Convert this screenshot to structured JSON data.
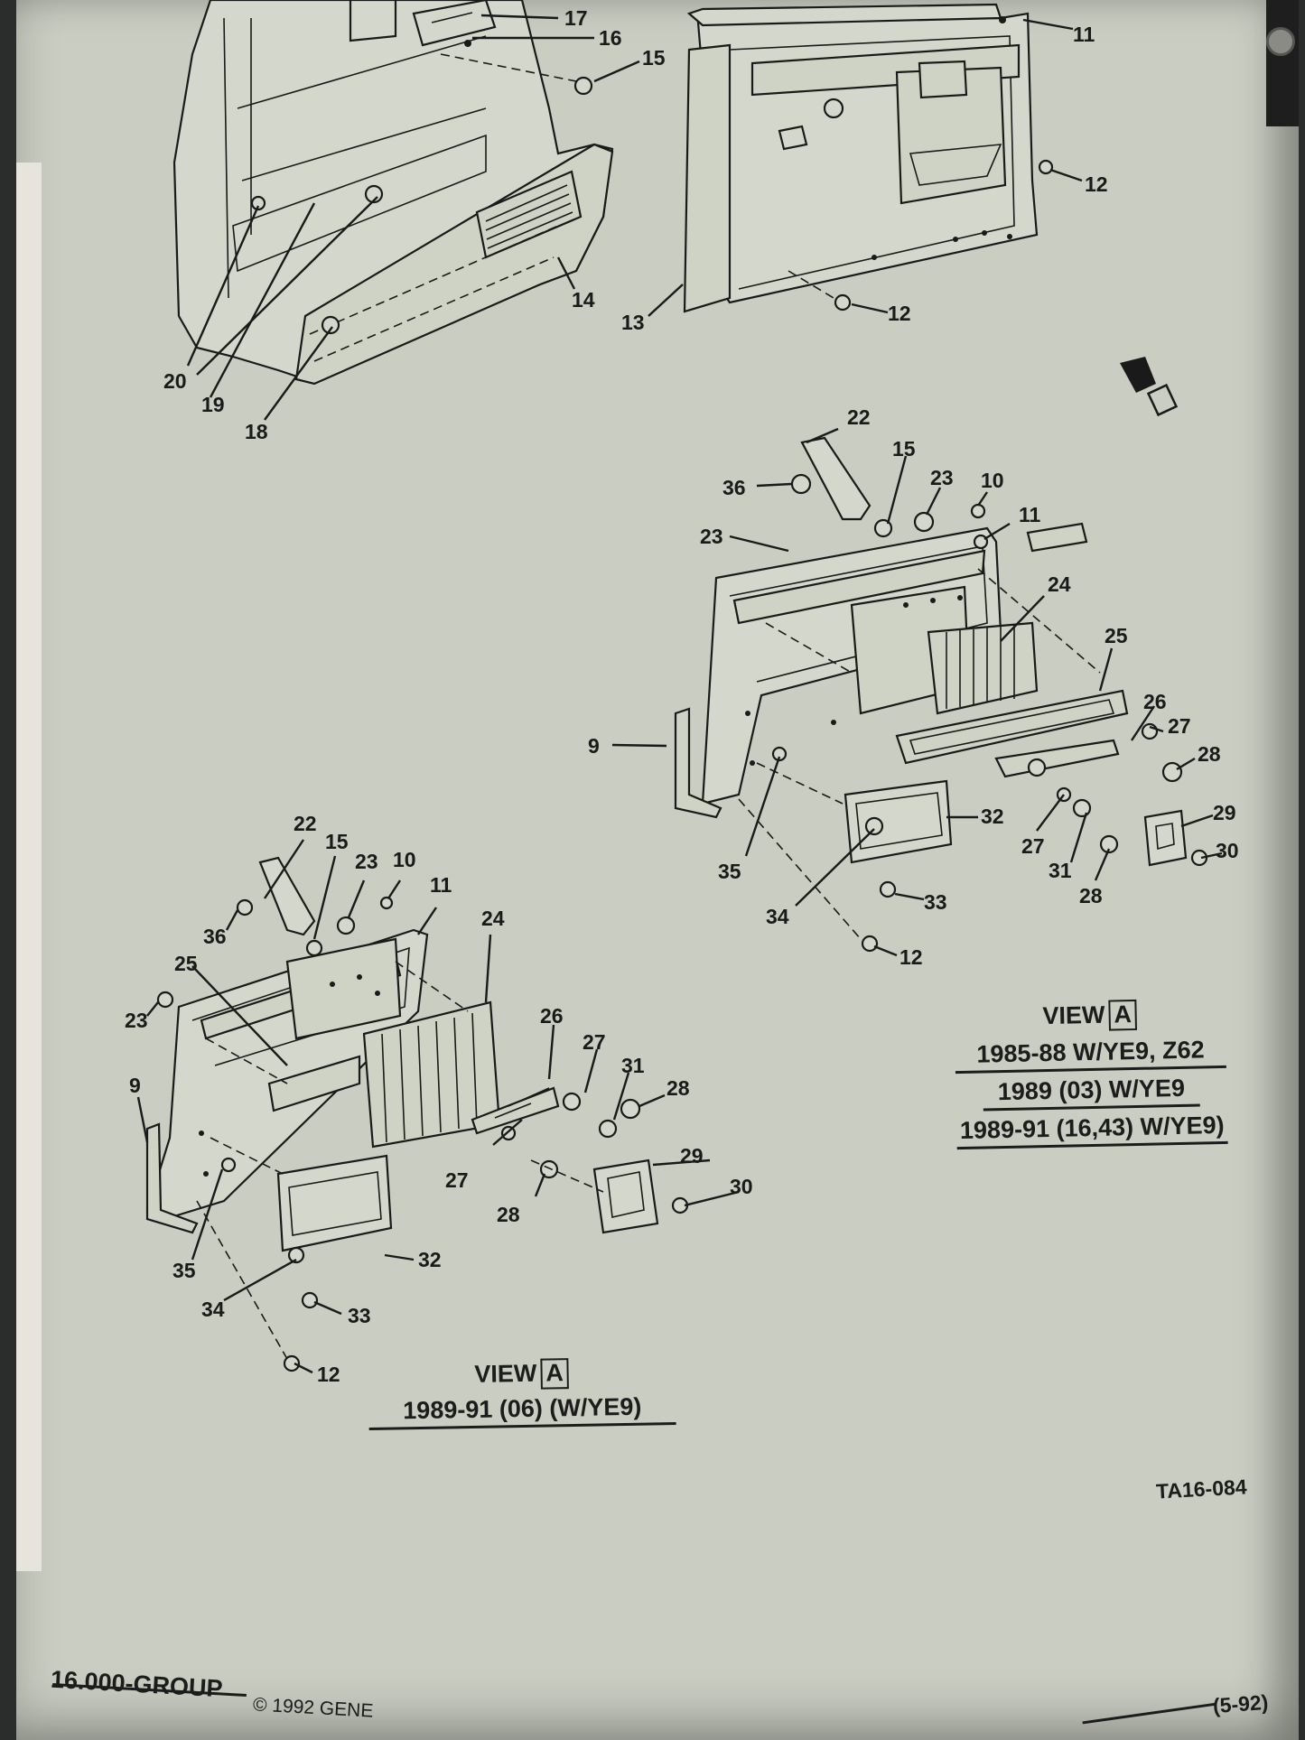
{
  "refs": {
    "r9": "9",
    "r10": "10",
    "r11": "11",
    "r12": "12",
    "r13": "13",
    "r14": "14",
    "r15": "15",
    "r16": "16",
    "r17": "17",
    "r18": "18",
    "r19": "19",
    "r20": "20",
    "r22": "22",
    "r23": "23",
    "r24": "24",
    "r25": "25",
    "r26": "26",
    "r27": "27",
    "r28": "28",
    "r29": "29",
    "r30": "30",
    "r31": "31",
    "r32": "32",
    "r33": "33",
    "r34": "34",
    "r35": "35",
    "r36": "36"
  },
  "captions": {
    "right": {
      "view": "VIEW",
      "box": "A",
      "line1": "1985-88 W/YE9, Z62",
      "line2": "1989 (03) W/YE9",
      "line3": "1989-91 (16,43) W/YE9)"
    },
    "left": {
      "view": "VIEW",
      "box": "A",
      "line1": "1989-91 (06) (W/YE9)"
    }
  },
  "figure_code": "TA16-084",
  "footer": {
    "group": "16.000-GROUP",
    "copyright": "© 1992 GENE",
    "date": "(5-92)"
  }
}
